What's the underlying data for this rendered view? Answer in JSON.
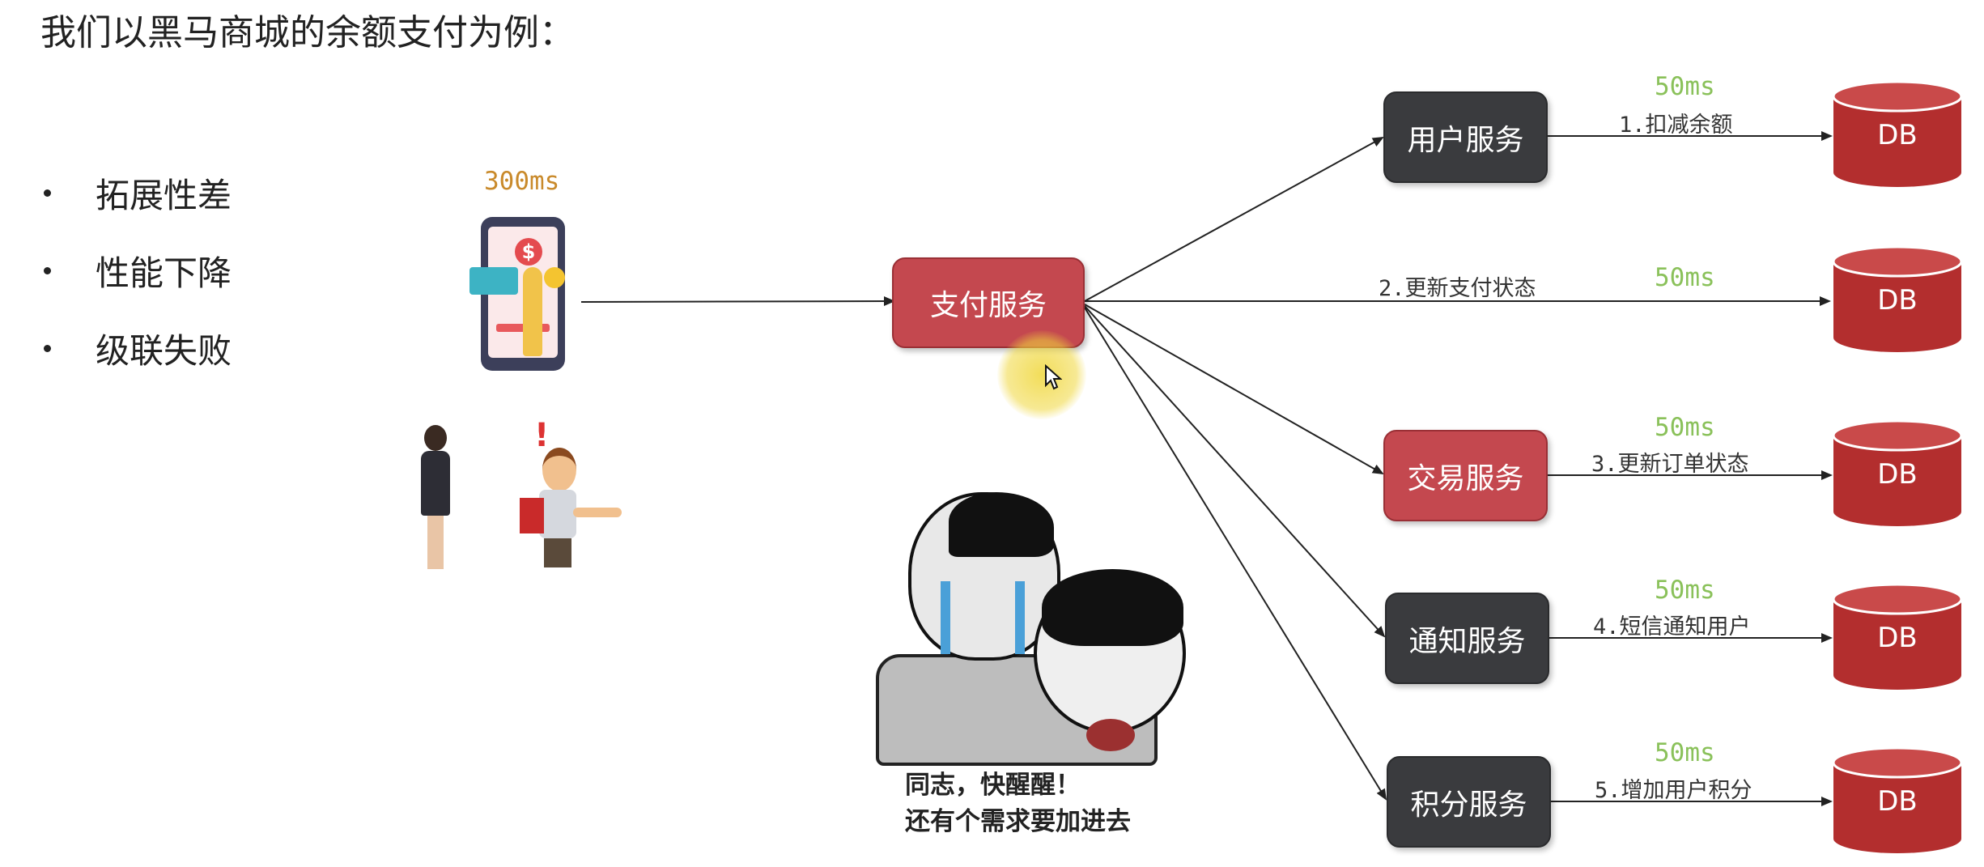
{
  "heading": "我们以黑马商城的余额支付为例：",
  "bullets": [
    "拓展性差",
    "性能下降",
    "级联失败"
  ],
  "client": {
    "latency": "300ms"
  },
  "center_service": "支付服务",
  "services": [
    {
      "name": "用户服务",
      "step": "1.扣减余额",
      "latency": "50ms",
      "db": "DB"
    },
    {
      "name": "",
      "step": "2.更新支付状态",
      "latency": "50ms",
      "db": "DB"
    },
    {
      "name": "交易服务",
      "step": "3.更新订单状态",
      "latency": "50ms",
      "db": "DB"
    },
    {
      "name": "通知服务",
      "step": "4.短信通知用户",
      "latency": "50ms",
      "db": "DB"
    },
    {
      "name": "积分服务",
      "step": "5.增加用户积分",
      "latency": "50ms",
      "db": "DB"
    }
  ],
  "meme_caption": {
    "line1": "同志，快醒醒！",
    "line2": "还有个需求要加进去"
  },
  "colors": {
    "center_box": "#c4484f",
    "service_box_dark": "#3a3b3e",
    "service_box_red": "#c4484f",
    "db": "#b32e2e",
    "latency_main": "#c98a2b",
    "latency_service": "#8ac15a"
  }
}
